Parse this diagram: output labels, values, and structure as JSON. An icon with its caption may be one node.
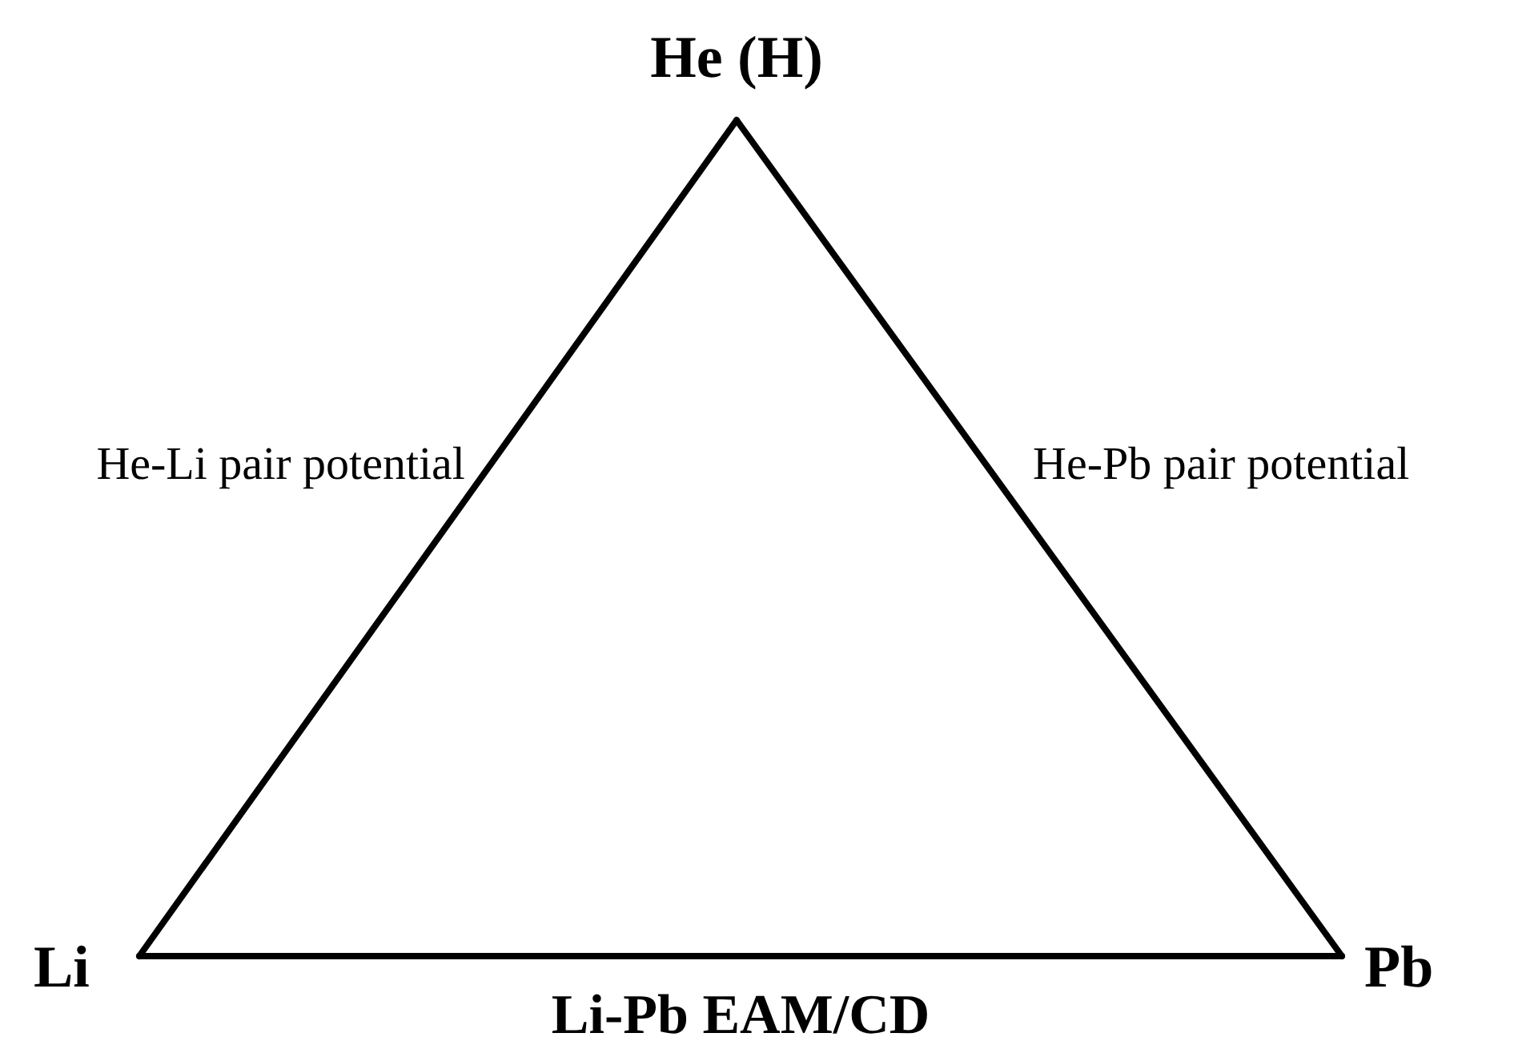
{
  "diagram": {
    "nodes": [
      {
        "text": [
          "He (H)"
        ]
      },
      {
        "text": [
          "Li"
        ]
      },
      {
        "text": [
          "Pb"
        ]
      }
    ],
    "edges": [
      {
        "from": 0,
        "to": 1,
        "arrow": "none",
        "label": "He-Li pair potential"
      },
      {
        "from": 0,
        "to": 2,
        "arrow": "none",
        "label": "He-Pb pair potential"
      },
      {
        "from": 1,
        "to": 2,
        "arrow": "none",
        "label": "Li-Pb EAM/CD"
      }
    ]
  }
}
